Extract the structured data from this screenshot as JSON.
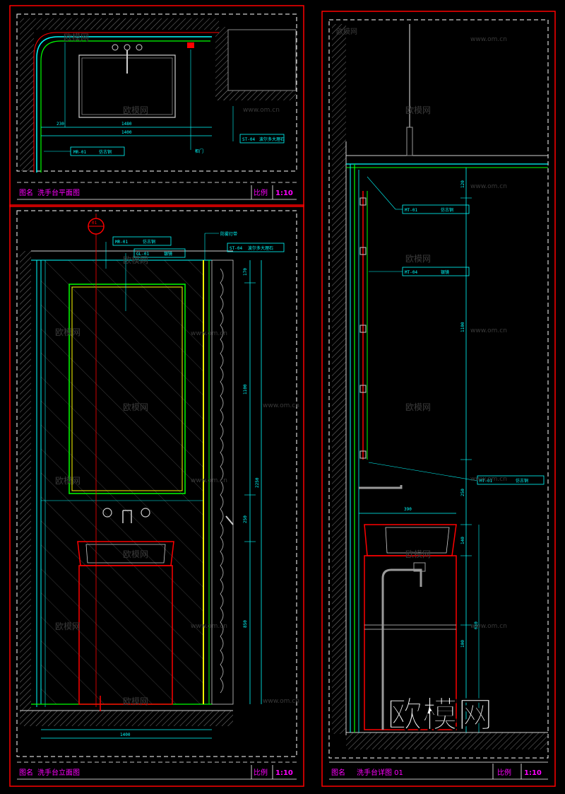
{
  "watermark": {
    "text": "欧模网",
    "url": "www.om.cn"
  },
  "colors": {
    "frame": "#ff0000",
    "title_magenta": "#ff00ff",
    "cyan": "#00ffff",
    "green": "#00ff00",
    "yellow": "#ffff00",
    "white": "#ffffff"
  },
  "views": {
    "plan": {
      "title_label": "图名",
      "title": "洗手台平面图",
      "scale_label": "比例",
      "scale": "1:10",
      "tags": [
        {
          "code": "ST-04",
          "name": "波尔多大理石"
        },
        {
          "code": "MR-01",
          "name": "仿古铜"
        }
      ],
      "note": "柜门",
      "dims": [
        "230",
        "1480",
        "1400"
      ]
    },
    "elevation": {
      "title_label": "图名",
      "title": "洗手台立面图",
      "scale_label": "比例",
      "scale": "1:10",
      "marker": "01",
      "tags": [
        {
          "code": "MR-01",
          "name": "仿古铜"
        },
        {
          "code": "GL-01",
          "name": "银镜"
        },
        {
          "code": "ST-04",
          "name": "波尔多大理石"
        }
      ],
      "note": "防雾灯带",
      "dims_v": [
        "170",
        "1100",
        "250",
        "850",
        "2250"
      ],
      "dims_h": [
        "1400"
      ]
    },
    "detail": {
      "title_label": "图名",
      "title": "洗手台详图 01",
      "scale_label": "比例",
      "scale": "1:10",
      "tags": [
        {
          "code": "MT-01",
          "name": "仿古铜"
        },
        {
          "code": "MT-04",
          "name": "银镜"
        },
        {
          "code": "MT-01",
          "name": "仿古铜"
        }
      ],
      "dims_v": [
        "120",
        "1100",
        "250",
        "140",
        "650",
        "100"
      ],
      "dims_h": [
        "390"
      ]
    }
  }
}
